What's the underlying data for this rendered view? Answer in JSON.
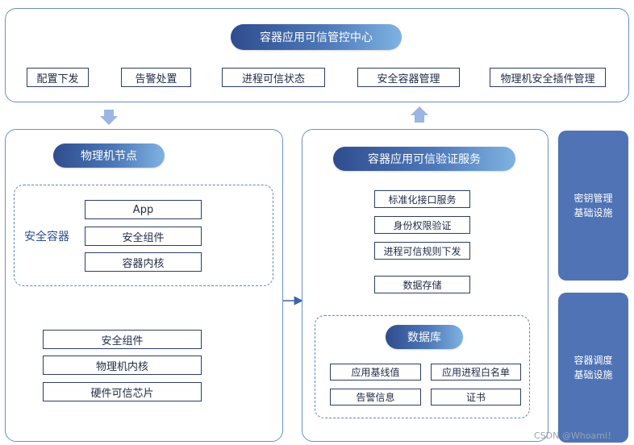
{
  "top_panel": {
    "title": "容器应用可信管控中心",
    "items": [
      "配置下发",
      "告警处置",
      "进程可信状态",
      "安全容器管理",
      "物理机安全插件管理"
    ]
  },
  "left_panel": {
    "title": "物理机节点",
    "secure_container_label": "安全容器",
    "container_items": [
      "App",
      "安全组件",
      "容器内核"
    ],
    "host_items": [
      "安全组件",
      "物理机内核",
      "硬件可信芯片"
    ]
  },
  "middle_panel": {
    "title": "容器应用可信验证服务",
    "steps": [
      "标准化接口服务",
      "身份权限验证",
      "进程可信规则下发",
      "数据存储"
    ],
    "database": {
      "title": "数据库",
      "items": [
        "应用基线值",
        "应用进程白名单",
        "告警信息",
        "证书"
      ]
    }
  },
  "side_blocks": [
    [
      "密钥管理",
      "基础设施"
    ],
    [
      "容器调度",
      "基础设施"
    ]
  ],
  "watermark": "CSDN @Whoami！",
  "colors": {
    "accent": "#4f73b5",
    "border": "#6b8fc4",
    "arrow": "#8aa8d8"
  }
}
